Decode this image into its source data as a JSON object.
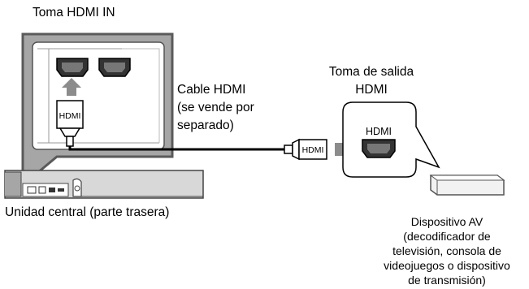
{
  "labels": {
    "hdmi_in_jack": "Toma HDMI IN",
    "cable": [
      "Cable HDMI",
      "(se vende por",
      "separado)"
    ],
    "output_jack": [
      "Toma de salida",
      "HDMI"
    ],
    "main_unit": "Unidad central (parte trasera)",
    "av_device": [
      "Dispositivo AV",
      "(decodificador de",
      "televisión, consola de",
      "videojuegos o dispositivo",
      "de transmisión)"
    ]
  },
  "connector_text": {
    "plug_left": "HDMI",
    "plug_right": "HDMI",
    "output_port": "HDMI"
  },
  "colors": {
    "panel_gray": "#a6a6a6",
    "panel_dark": "#5a5a5a",
    "arrow_gray": "#8c8c8c",
    "cable": "#000000"
  }
}
